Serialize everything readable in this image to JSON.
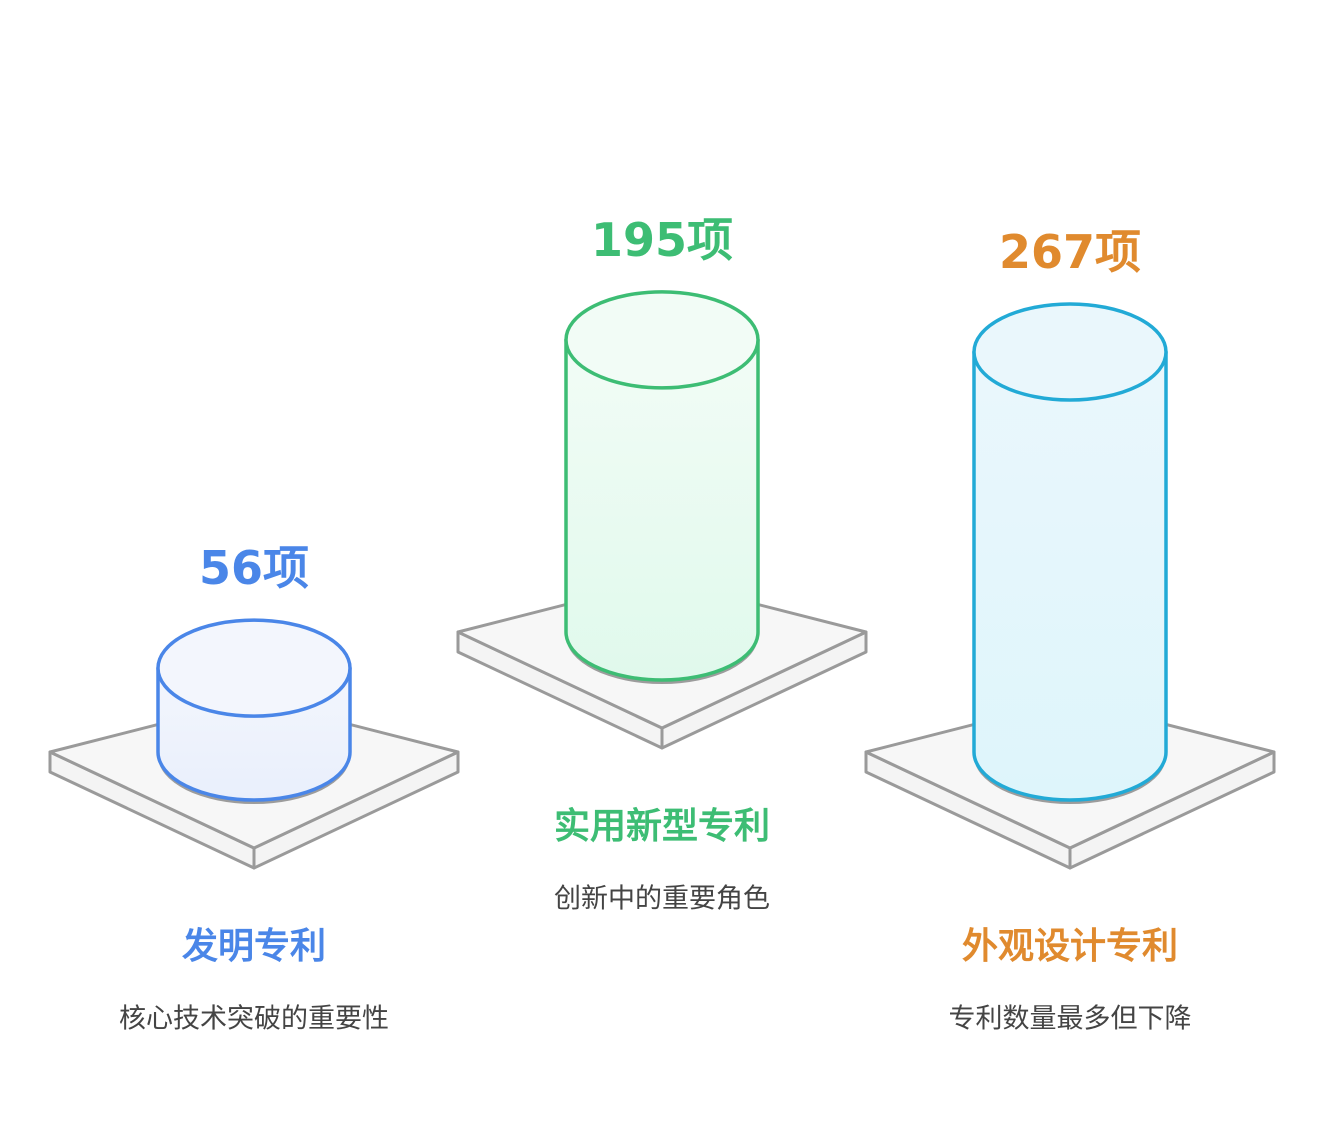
{
  "chart_data": {
    "type": "bar",
    "style": "3d-cylinders-on-platforms",
    "categories": [
      "发明专利",
      "实用新型专利",
      "外观设计专利"
    ],
    "values": [
      56,
      195,
      267
    ],
    "value_labels": [
      "56项",
      "195项",
      "267项"
    ],
    "descriptions": [
      "核心技术突破的重要性",
      "创新中的重要角色",
      "专利数量最多但下降"
    ],
    "unit": "项",
    "colors": {
      "stroke": [
        "#4a86e8",
        "#3dbd74",
        "#22aad6"
      ],
      "fill_top": [
        "#f3f6fd",
        "#f2fcf6",
        "#eaf7fc"
      ],
      "fill_bottom": [
        "#e9effc",
        "#e0f9ec",
        "#def5fb"
      ],
      "value_label": [
        "#4a86e8",
        "#3dbd74",
        "#e08a2e"
      ],
      "title": [
        "#4a86e8",
        "#3dbd74",
        "#e08a2e"
      ]
    },
    "ylim": [
      0,
      267
    ],
    "grid": false,
    "legend": "none"
  }
}
